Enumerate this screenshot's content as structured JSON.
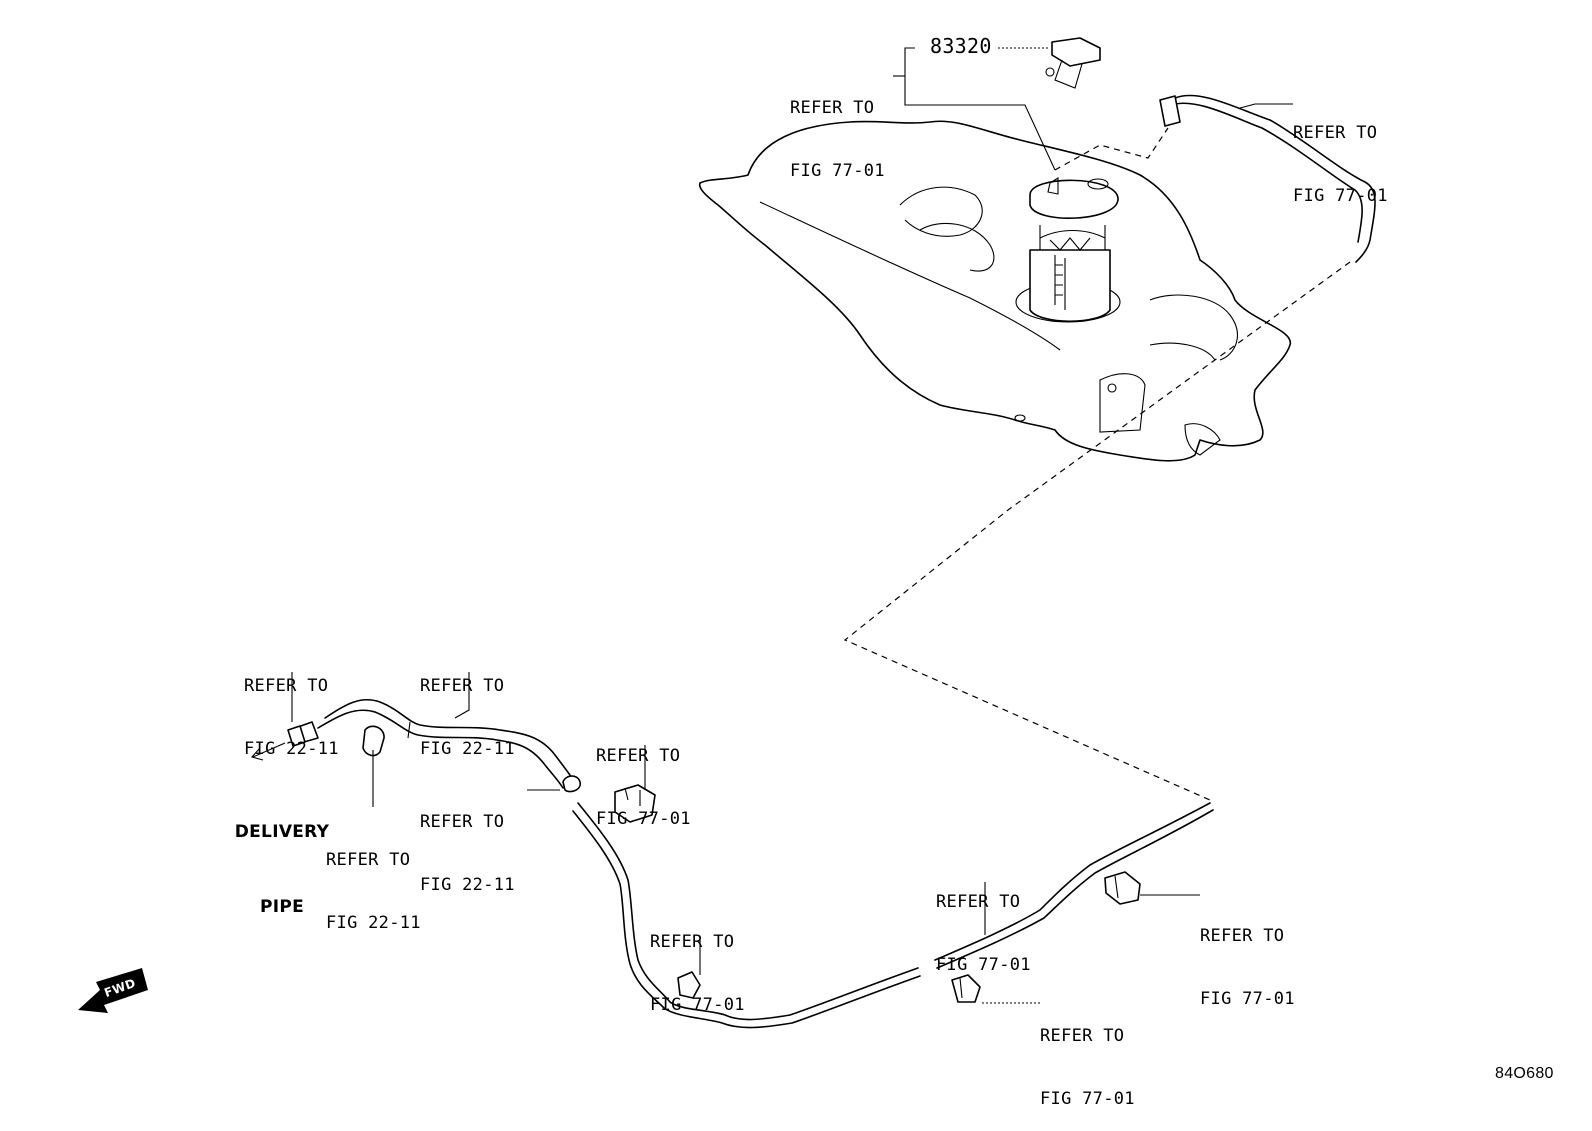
{
  "part_number": "83320",
  "illustration_code": "84O680",
  "delivery_pipe": [
    "DELIVERY",
    "PIPE"
  ],
  "fwd_label": "FWD",
  "callouts": {
    "fig7701_pump": [
      "REFER TO",
      "FIG 77-01"
    ],
    "fig7701_tube": [
      "REFER TO",
      "FIG 77-01"
    ],
    "fig2211_end": [
      "REFER TO",
      "FIG 22-11"
    ],
    "fig2211_hose": [
      "REFER TO",
      "FIG 22-11"
    ],
    "fig2211_clamp": [
      "REFER TO",
      "FIG 22-11"
    ],
    "fig2211_clip": [
      "REFER TO",
      "FIG 22-11"
    ],
    "fig7701_clamp_a": [
      "REFER TO",
      "FIG 77-01"
    ],
    "fig7701_clamp_b": [
      "REFER TO",
      "FIG 77-01"
    ],
    "fig7701_pipe": [
      "REFER TO",
      "FIG 77-01"
    ],
    "fig7701_clamp_c": [
      "REFER TO",
      "FIG 77-01"
    ],
    "fig7701_clamp_d": [
      "REFER TO",
      "FIG 77-01"
    ]
  }
}
